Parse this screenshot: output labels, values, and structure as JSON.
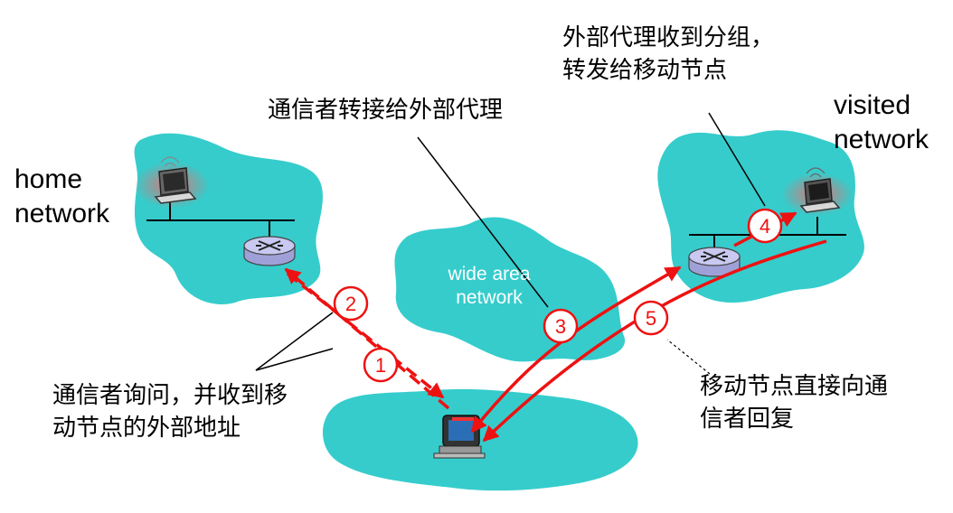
{
  "networks": {
    "home": {
      "line1": "home",
      "line2": "network"
    },
    "visited": {
      "line1": "visited",
      "line2": "network"
    },
    "wide_area": {
      "line1": "wide area",
      "line2": "network"
    }
  },
  "annotations": {
    "correspondent_forwards": "通信者转接给外部代理",
    "foreign_agent_receives_line1": "外部代理收到分组，",
    "foreign_agent_receives_line2": "转发给移动节点",
    "correspondent_queries_line1": "通信者询问，并收到移",
    "correspondent_queries_line2": "动节点的外部地址",
    "mobile_replies_line1": "移动节点直接向通",
    "mobile_replies_line2": "信者回复"
  },
  "steps": [
    "1",
    "2",
    "3",
    "4",
    "5"
  ],
  "colors": {
    "network_fill": "#36cccc",
    "arrow": "#ee1111",
    "router_fill": "#c8c8f0",
    "step_circle_fill": "#ffffff"
  },
  "icons": [
    "router-icon",
    "laptop-icon",
    "desktop-computer-icon"
  ]
}
